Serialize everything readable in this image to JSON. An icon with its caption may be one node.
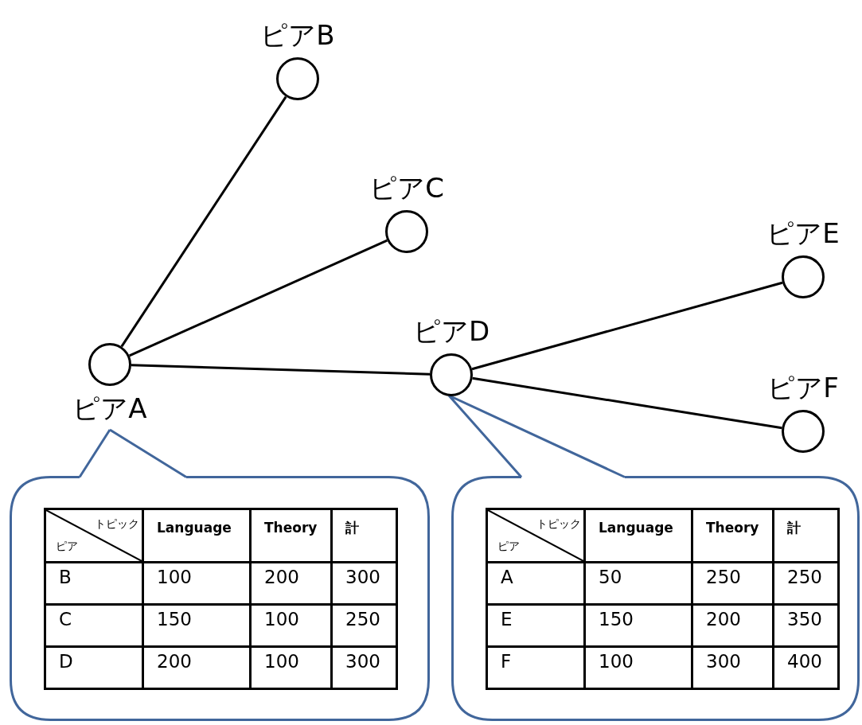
{
  "diagram": {
    "nodes": [
      {
        "text": [
          "ピアB"
        ]
      },
      {
        "text": [
          "ピアC"
        ]
      },
      {
        "text": [
          "ピアE"
        ]
      },
      {
        "text": [
          "ピアD"
        ]
      },
      {
        "text": [
          "ピアF"
        ]
      },
      {
        "text": [
          "ピアA"
        ]
      },
      {
        "text": [],
        "shape": "callout"
      },
      {
        "text": [],
        "shape": "callout"
      }
    ],
    "edges": [
      {
        "from": 5,
        "to": 0,
        "arrow": "none"
      },
      {
        "from": 5,
        "to": 1,
        "arrow": "none"
      },
      {
        "from": 5,
        "to": 3,
        "arrow": "none"
      },
      {
        "from": 3,
        "to": 2,
        "arrow": "none"
      },
      {
        "from": 3,
        "to": 4,
        "arrow": "none"
      },
      {
        "from": 6,
        "to": 5,
        "arrow": "none",
        "color": "#41669b"
      },
      {
        "from": 7,
        "to": 3,
        "arrow": "none",
        "color": "#41669b"
      }
    ],
    "labels": [
      "トピック",
      "ピア",
      "Language",
      "Theory",
      "計",
      "B",
      "100",
      "200",
      "300",
      "C",
      "150",
      "100",
      "250",
      "D",
      "200",
      "100",
      "300",
      "トピック",
      "ピア",
      "Language",
      "Theory",
      "計",
      "A",
      "50",
      "250",
      "250",
      "E",
      "150",
      "200",
      "350",
      "F",
      "100",
      "300",
      "400"
    ]
  }
}
